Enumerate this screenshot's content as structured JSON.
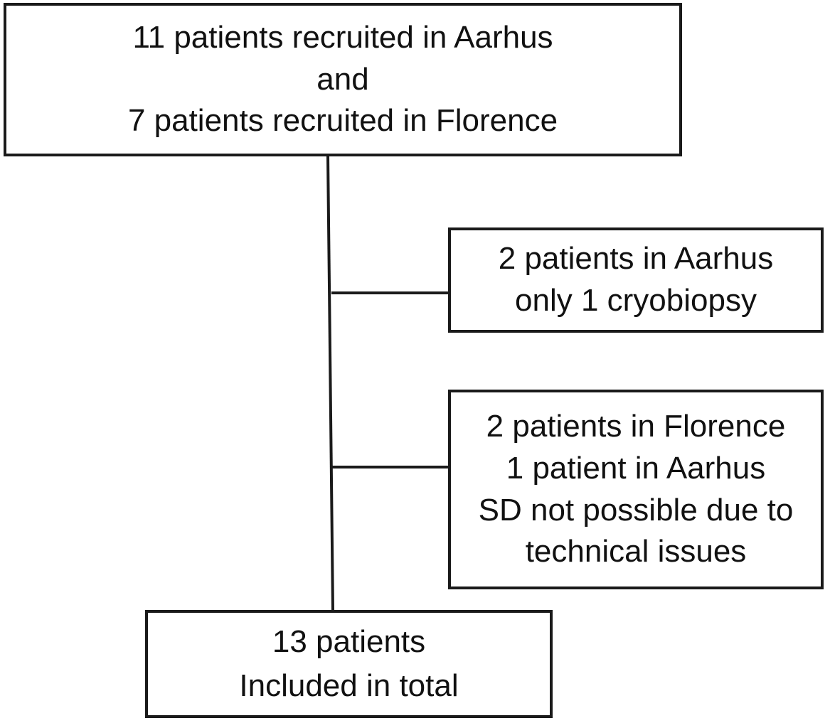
{
  "diagram": {
    "top_box": {
      "lines": [
        "11 patients recruited in Aarhus",
        "and",
        "7 patients recruited in Florence"
      ]
    },
    "exclusion_1": {
      "lines": [
        "2 patients in Aarhus",
        "only 1 cryobiopsy"
      ]
    },
    "exclusion_2": {
      "lines": [
        "2 patients in Florence",
        "1 patient in Aarhus",
        "SD not possible due to",
        "technical issues"
      ]
    },
    "result_box": {
      "lines": [
        "13 patients",
        "Included in total"
      ]
    },
    "colors": {
      "stroke": "#1a1a1a",
      "background": "#ffffff",
      "text": "#111111"
    }
  }
}
